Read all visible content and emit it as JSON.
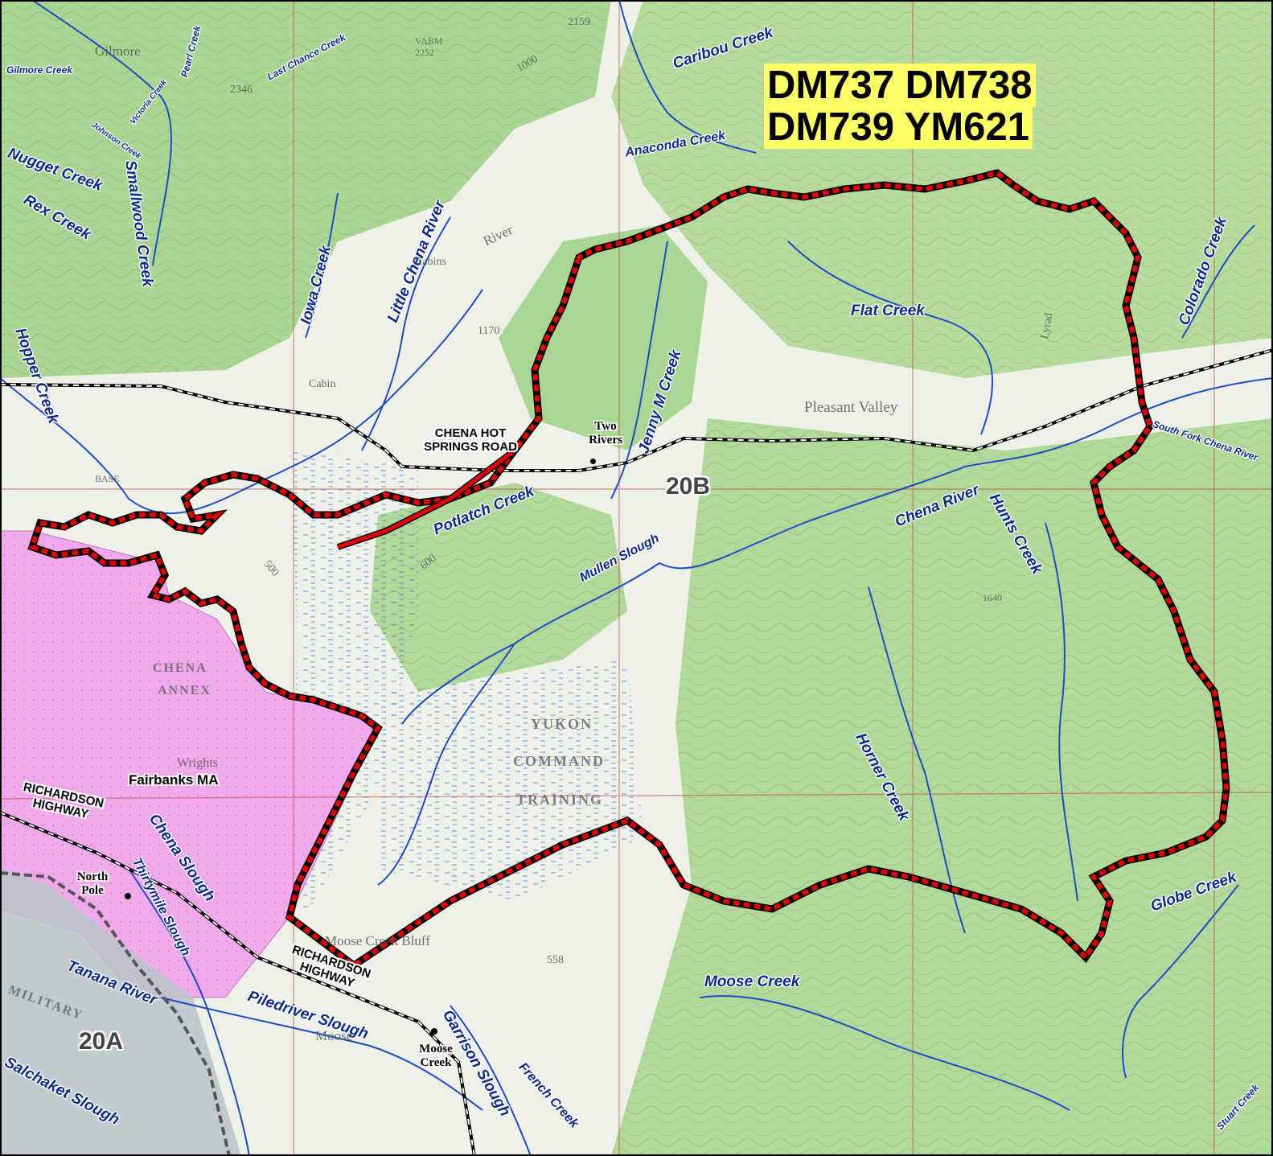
{
  "title": {
    "line1": "DM737 DM738",
    "line2": "DM739 YM621"
  },
  "zones": [
    "20B",
    "20A"
  ],
  "areas": {
    "fairbanks": "Fairbanks MA"
  },
  "roads": {
    "chena_hot_springs": "CHENA HOT SPRINGS ROAD",
    "richardson_west": "RICHARDSON HIGHWAY",
    "richardson_south": "RICHARDSON HIGHWAY"
  },
  "towns": {
    "two_rivers": "Two Rivers",
    "north_pole": "North Pole",
    "moose_creek": "Moose Creek"
  },
  "creeks": {
    "caribou": "Caribou Creek",
    "anaconda": "Anaconda Creek",
    "gilmore": "Gilmore Creek",
    "pearl": "Pearl Creek",
    "last_chance": "Last Chance Creek",
    "johnson": "Johnson Creek",
    "victoria": "Victoria Creek",
    "nugget": "Nugget Creek",
    "rex": "Rex Creek",
    "smallwood": "Smallwood Creek",
    "iowa": "Iowa Creek",
    "little_chena": "Little Chena River",
    "hopper": "Hopper Creek",
    "jenny_m": "Jenny M Creek",
    "flat": "Flat Creek",
    "colorado": "Colorado Creek",
    "south_fork_chena": "South Fork Chena River",
    "chena_river": "Chena River",
    "hunts": "Hunts Creek",
    "potlatch": "Potlatch Creek",
    "mullen": "Mullen Slough",
    "horner": "Horner Creek",
    "globe": "Globe Creek",
    "chena_slough": "Chena Slough",
    "thirtymile": "Thirtymile Slough",
    "tanana": "Tanana River",
    "piledriver": "Piledriver Slough",
    "salchaket": "Salchaket Slough",
    "garrison": "Garrison Slough",
    "french": "French Creek",
    "moose": "Moose Creek",
    "stuart": "Stuart Creek"
  },
  "basemap_labels": {
    "gilmore": "Gilmore",
    "vabm": "VABM",
    "vabm_elev": "2252",
    "e2159": "2159",
    "e2346": "2346",
    "e1000a": "1000",
    "e1170": "1170",
    "pleasant_valley": "Pleasant Valley",
    "cabin1": "Cabin",
    "cabins": "Cabins",
    "base": "BASE",
    "yukon": "YUKON",
    "command": "COMMAND",
    "training": "TRAINING",
    "chena_annex1": "CHENA",
    "chena_annex2": "ANNEX",
    "wrights": "Wrights",
    "moose_creek_bluff": "Moose Creek Bluff",
    "moose": "Moose",
    "military": "MILITARY",
    "e558": "558",
    "e600": "600",
    "e500": "500",
    "e1640": "1640",
    "lyrad": "Lyrad",
    "river": "River"
  },
  "colors": {
    "fire_line": "#e00000",
    "military_area": "#f1a6ec",
    "water": "#1d4cc7",
    "vegetation": "#a9d692",
    "title_bg": "#ffff66"
  }
}
